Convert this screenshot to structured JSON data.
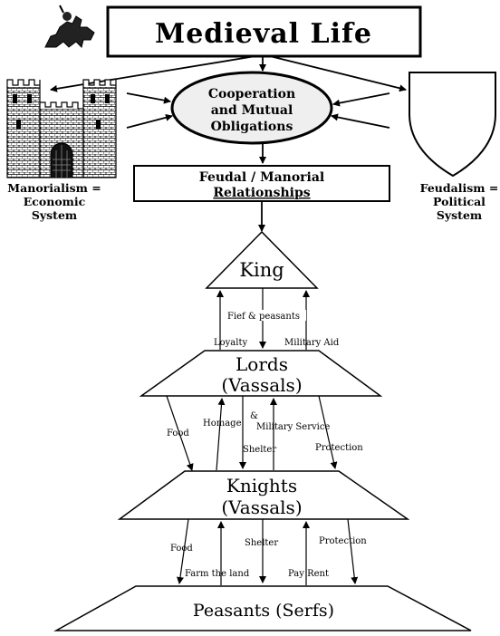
{
  "title": "Medieval Life",
  "center_oval": {
    "lines": [
      "Cooperation",
      "and Mutual",
      "Obligations"
    ]
  },
  "relationship_box": {
    "lines": [
      "Feudal / Manorial",
      "Relationships"
    ]
  },
  "left_system": {
    "icon": "castle-icon",
    "lines": [
      "Manorialism =",
      "Economic",
      "System"
    ]
  },
  "right_system": {
    "icon": "shield-icon",
    "lines": [
      "Feudalism =",
      "Political",
      "System"
    ]
  },
  "knight_emblem": "knight-on-horse-icon",
  "tiers": {
    "king": "King",
    "lords_line1": "Lords",
    "lords_line2": "(Vassals)",
    "knights_line1": "Knights",
    "knights_line2": "(Vassals)",
    "peasants": "Peasants (Serfs)"
  },
  "king_lords": {
    "fief": "Fief & peasants",
    "loyalty": "Loyalty",
    "military_aid": "Military Aid"
  },
  "lords_knights": {
    "food": "Food",
    "homage": "Homage",
    "ampersand": "&",
    "military_service": "Military Service",
    "shelter": "Shelter",
    "protection": "Protection"
  },
  "knights_peasants": {
    "food": "Food",
    "farm": "Farm the land",
    "shelter": "Shelter",
    "pay_rent": "Pay Rent",
    "protection": "Protection"
  },
  "colors": {
    "ink": "#000000",
    "oval_fill": "#efefef",
    "paper": "#ffffff"
  }
}
